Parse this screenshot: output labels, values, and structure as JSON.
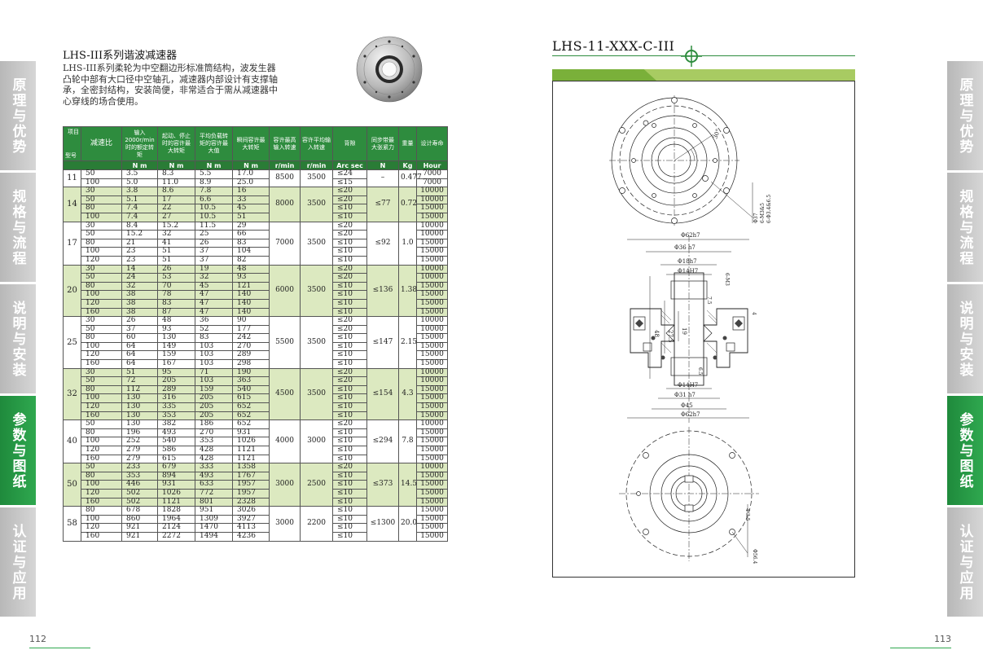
{
  "left": {
    "title": "LHS-III系列谐波减速器",
    "description": "LHS-III系列柔轮为中空翻边形标准筒结构，波发生器凸轮中部有大口径中空轴孔，减速器内部设计有支撑轴承，全密封结构，安装简便，非常适合于需从减速器中心穿线的场合使用。",
    "page_number": "112"
  },
  "right": {
    "title": "LHS-11-XXX-C-III",
    "page_number": "113",
    "dims": {
      "d30deg": "30°",
      "holes1": "6-Φ3.4&6.5",
      "holes2": "6-M3&5",
      "d37": "Φ37",
      "d62h7": "Φ62h7",
      "d36h7": "Φ36 h7",
      "d18h7": "Φ18h7",
      "d14H7a": "Φ14H7",
      "eq": "6-M3",
      "d14H7b": "Φ14H7",
      "d31h7": "Φ31 h7",
      "d45": "Φ45",
      "d62h7b": "Φ62h7",
      "v48": "48",
      "v275": "27.5",
      "v19": "19",
      "v75": "7.5",
      "v4": "4",
      "v65": "6.5",
      "h435": "4-3.5",
      "d564": "Φ56.4"
    }
  },
  "side_tabs": [
    {
      "label": "原理与优势",
      "active": false
    },
    {
      "label": "规格与流程",
      "active": false
    },
    {
      "label": "说明与安装",
      "active": false
    },
    {
      "label": "参数与图纸",
      "active": true
    },
    {
      "label": "认证与应用",
      "active": false
    }
  ],
  "table": {
    "headers": {
      "item": "项目",
      "model": "型号",
      "ratio": "减速比",
      "rated": "输入2000r/min时的额定转矩",
      "start_stop": "起动、停止时的容许最大转矩",
      "avg_load": "平均负载转矩的容许最大值",
      "momentary": "瞬间容许最大转矩",
      "max_speed": "容许最高输入转速",
      "avg_speed": "容许平均输入转速",
      "backlash": "背隙",
      "sync_belt": "同步带最大张紧力",
      "weight": "重量",
      "life": "设计寿命"
    },
    "units": [
      "N m",
      "N m",
      "N m",
      "N m",
      "r/min",
      "r/min",
      "Arc sec",
      "N",
      "Kg",
      "Hour"
    ],
    "groups": [
      {
        "model": "11",
        "max_speed": "8500",
        "avg_speed": "3500",
        "belt": "–",
        "weight": "0.477",
        "rows": [
          [
            "50",
            "3.5",
            "8.3",
            "5.5",
            "17.0",
            "≤24",
            "7000"
          ],
          [
            "100",
            "5.0",
            "11.0",
            "8.9",
            "25.0",
            "≤15",
            "7000"
          ]
        ]
      },
      {
        "model": "14",
        "max_speed": "8000",
        "avg_speed": "3500",
        "belt": "≤77",
        "weight": "0.72",
        "rows": [
          [
            "30",
            "3.8",
            "8.6",
            "7.8",
            "16",
            "≤20",
            "10000"
          ],
          [
            "50",
            "5.1",
            "17",
            "6.6",
            "33",
            "≤20",
            "10000"
          ],
          [
            "80",
            "7.4",
            "22",
            "10.5",
            "45",
            "≤10",
            "15000"
          ],
          [
            "100",
            "7.4",
            "27",
            "10.5",
            "51",
            "≤10",
            "15000"
          ]
        ]
      },
      {
        "model": "17",
        "max_speed": "7000",
        "avg_speed": "3500",
        "belt": "≤92",
        "weight": "1.0",
        "rows": [
          [
            "30",
            "8.4",
            "15.2",
            "11.5",
            "29",
            "≤20",
            "10000"
          ],
          [
            "50",
            "15.2",
            "32",
            "25",
            "66",
            "≤20",
            "10000"
          ],
          [
            "80",
            "21",
            "41",
            "26",
            "83",
            "≤10",
            "15000"
          ],
          [
            "100",
            "23",
            "51",
            "37",
            "104",
            "≤10",
            "15000"
          ],
          [
            "120",
            "23",
            "51",
            "37",
            "82",
            "≤10",
            "15000"
          ]
        ]
      },
      {
        "model": "20",
        "max_speed": "6000",
        "avg_speed": "3500",
        "belt": "≤136",
        "weight": "1.38",
        "rows": [
          [
            "30",
            "14",
            "26",
            "19",
            "48",
            "≤20",
            "10000"
          ],
          [
            "50",
            "24",
            "53",
            "32",
            "93",
            "≤20",
            "10000"
          ],
          [
            "80",
            "32",
            "70",
            "45",
            "121",
            "≤10",
            "15000"
          ],
          [
            "100",
            "38",
            "78",
            "47",
            "140",
            "≤10",
            "15000"
          ],
          [
            "120",
            "38",
            "83",
            "47",
            "140",
            "≤10",
            "15000"
          ],
          [
            "160",
            "38",
            "87",
            "47",
            "140",
            "≤10",
            "15000"
          ]
        ]
      },
      {
        "model": "25",
        "max_speed": "5500",
        "avg_speed": "3500",
        "belt": "≤147",
        "weight": "2.15",
        "rows": [
          [
            "30",
            "26",
            "48",
            "36",
            "90",
            "≤20",
            "10000"
          ],
          [
            "50",
            "37",
            "93",
            "52",
            "177",
            "≤20",
            "10000"
          ],
          [
            "80",
            "60",
            "130",
            "83",
            "242",
            "≤10",
            "15000"
          ],
          [
            "100",
            "64",
            "149",
            "103",
            "270",
            "≤10",
            "15000"
          ],
          [
            "120",
            "64",
            "159",
            "103",
            "289",
            "≤10",
            "15000"
          ],
          [
            "160",
            "64",
            "167",
            "103",
            "298",
            "≤10",
            "15000"
          ]
        ]
      },
      {
        "model": "32",
        "max_speed": "4500",
        "avg_speed": "3500",
        "belt": "≤154",
        "weight": "4.3",
        "rows": [
          [
            "30",
            "51",
            "95",
            "71",
            "190",
            "≤20",
            "10000"
          ],
          [
            "50",
            "72",
            "205",
            "103",
            "363",
            "≤20",
            "10000"
          ],
          [
            "80",
            "112",
            "289",
            "159",
            "540",
            "≤10",
            "15000"
          ],
          [
            "100",
            "130",
            "316",
            "205",
            "615",
            "≤10",
            "15000"
          ],
          [
            "120",
            "130",
            "335",
            "205",
            "652",
            "≤10",
            "15000"
          ],
          [
            "160",
            "130",
            "353",
            "205",
            "652",
            "≤10",
            "15000"
          ]
        ]
      },
      {
        "model": "40",
        "max_speed": "4000",
        "avg_speed": "3000",
        "belt": "≤294",
        "weight": "7.8",
        "rows": [
          [
            "50",
            "130",
            "382",
            "186",
            "652",
            "≤20",
            "10000"
          ],
          [
            "80",
            "196",
            "493",
            "270",
            "931",
            "≤10",
            "15000"
          ],
          [
            "100",
            "252",
            "540",
            "353",
            "1026",
            "≤10",
            "15000"
          ],
          [
            "120",
            "279",
            "586",
            "428",
            "1121",
            "≤10",
            "15000"
          ],
          [
            "160",
            "279",
            "615",
            "428",
            "1121",
            "≤10",
            "15000"
          ]
        ]
      },
      {
        "model": "50",
        "max_speed": "3000",
        "avg_speed": "2500",
        "belt": "≤373",
        "weight": "14.5",
        "rows": [
          [
            "50",
            "233",
            "679",
            "333",
            "1358",
            "≤20",
            "10000"
          ],
          [
            "80",
            "353",
            "894",
            "493",
            "1767",
            "≤10",
            "15000"
          ],
          [
            "100",
            "446",
            "931",
            "633",
            "1957",
            "≤10",
            "15000"
          ],
          [
            "120",
            "502",
            "1026",
            "772",
            "1957",
            "≤10",
            "15000"
          ],
          [
            "160",
            "502",
            "1121",
            "801",
            "2328",
            "≤10",
            "15000"
          ]
        ]
      },
      {
        "model": "58",
        "max_speed": "3000",
        "avg_speed": "2200",
        "belt": "≤1300",
        "weight": "20.0",
        "rows": [
          [
            "80",
            "678",
            "1828",
            "951",
            "3026",
            "≤10",
            "15000"
          ],
          [
            "100",
            "860",
            "1964",
            "1309",
            "3927",
            "≤10",
            "15000"
          ],
          [
            "120",
            "921",
            "2124",
            "1470",
            "4113",
            "≤10",
            "15000"
          ],
          [
            "160",
            "921",
            "2272",
            "1494",
            "4236",
            "≤10",
            "15000"
          ]
        ]
      }
    ]
  },
  "colors": {
    "accent": "#2e8c3e",
    "band": "#dce9c0",
    "tab_inactive": "#c4c4c4"
  }
}
